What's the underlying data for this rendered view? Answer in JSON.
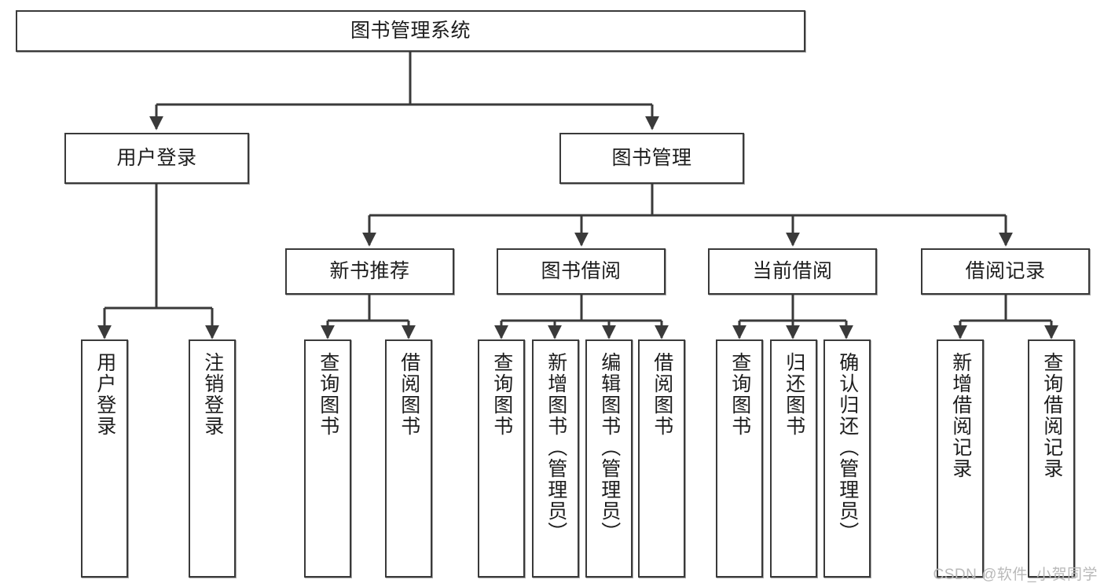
{
  "diagram": {
    "title": "图书管理系统",
    "watermark": "CSDN @软件_小贺同学",
    "stroke_color": "#3a3a3a",
    "background_color": "#ffffff",
    "text_color": "#1d1d1d",
    "watermark_color": "#b9b9b9",
    "nodes": {
      "root": "图书管理系统",
      "level1": {
        "user_login": "用户登录",
        "book_manage": "图书管理"
      },
      "level2": {
        "new_book_rec": "新书推荐",
        "book_borrow": "图书借阅",
        "current_borrow": "当前借阅",
        "borrow_record": "借阅记录"
      },
      "leaves": {
        "user_login_1": "用户登录",
        "user_login_2": "注销登录",
        "new_book_rec_1": "查询图书",
        "new_book_rec_2": "借阅图书",
        "book_borrow_1": "查询图书",
        "book_borrow_2": "新增图书（管理员）",
        "book_borrow_3": "编辑图书（管理员）",
        "book_borrow_4": "借阅图书",
        "current_borrow_1": "查询图书",
        "current_borrow_2": "归还图书",
        "current_borrow_3": "确认归还（管理员）",
        "borrow_record_1": "新增借阅记录",
        "borrow_record_2": "查询借阅记录"
      }
    }
  }
}
